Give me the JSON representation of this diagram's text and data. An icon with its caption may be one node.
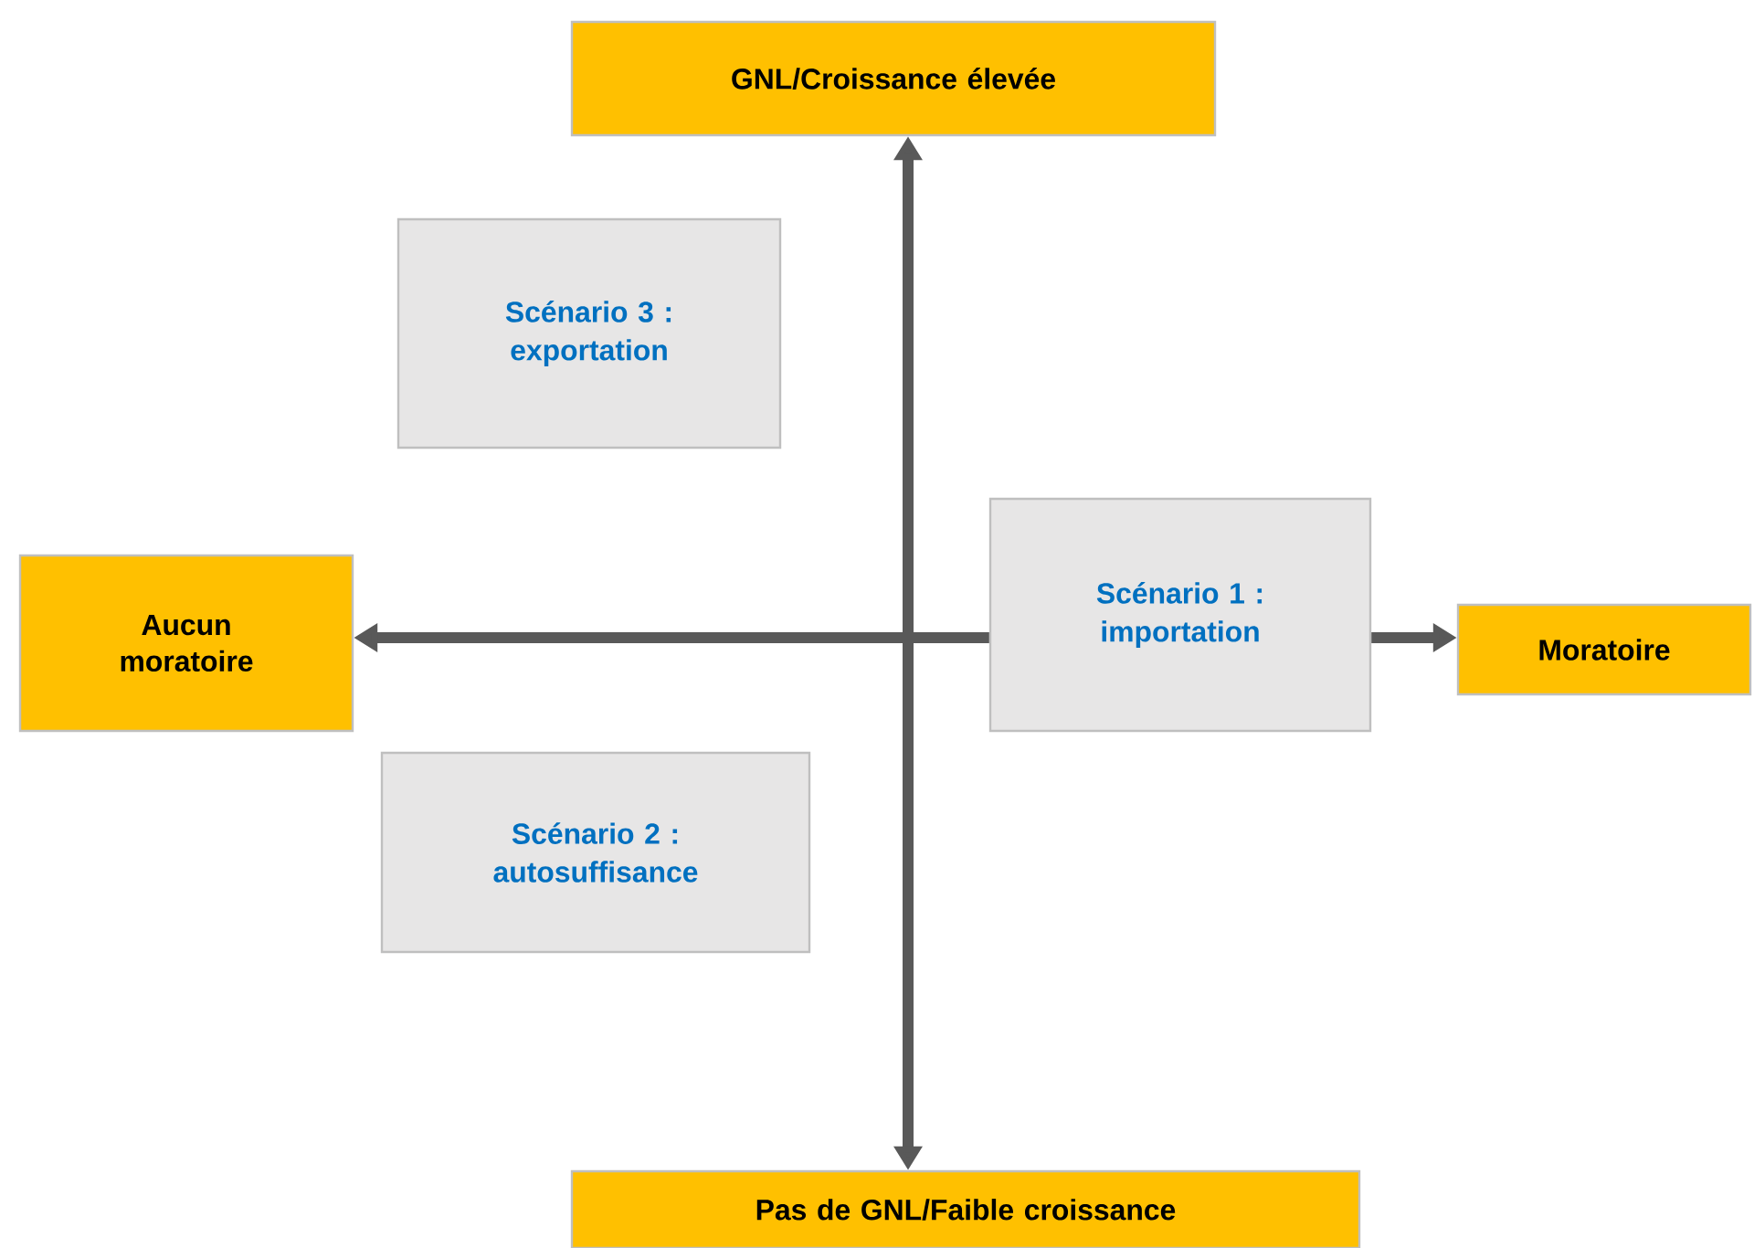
{
  "diagram": {
    "nodes": [
      {
        "text": [
          "GNL/Croissance élevée"
        ]
      },
      {
        "text": [
          "Scénario 3 : exportation"
        ]
      },
      {
        "text": [
          "Aucun moratoire"
        ]
      },
      {
        "text": [
          "Scénario 1 : importation"
        ]
      },
      {
        "text": [
          "Moratoire"
        ]
      },
      {
        "text": [
          "Scénario 2 : autosuffisance"
        ]
      },
      {
        "text": [
          "Pas de GNL/Faible croissance"
        ]
      }
    ],
    "edges": [
      {
        "from": 0,
        "to": 6,
        "arrow": "both"
      },
      {
        "from": 3,
        "to": 2,
        "arrow": "to"
      },
      {
        "from": 3,
        "to": 4,
        "arrow": "to"
      }
    ]
  }
}
